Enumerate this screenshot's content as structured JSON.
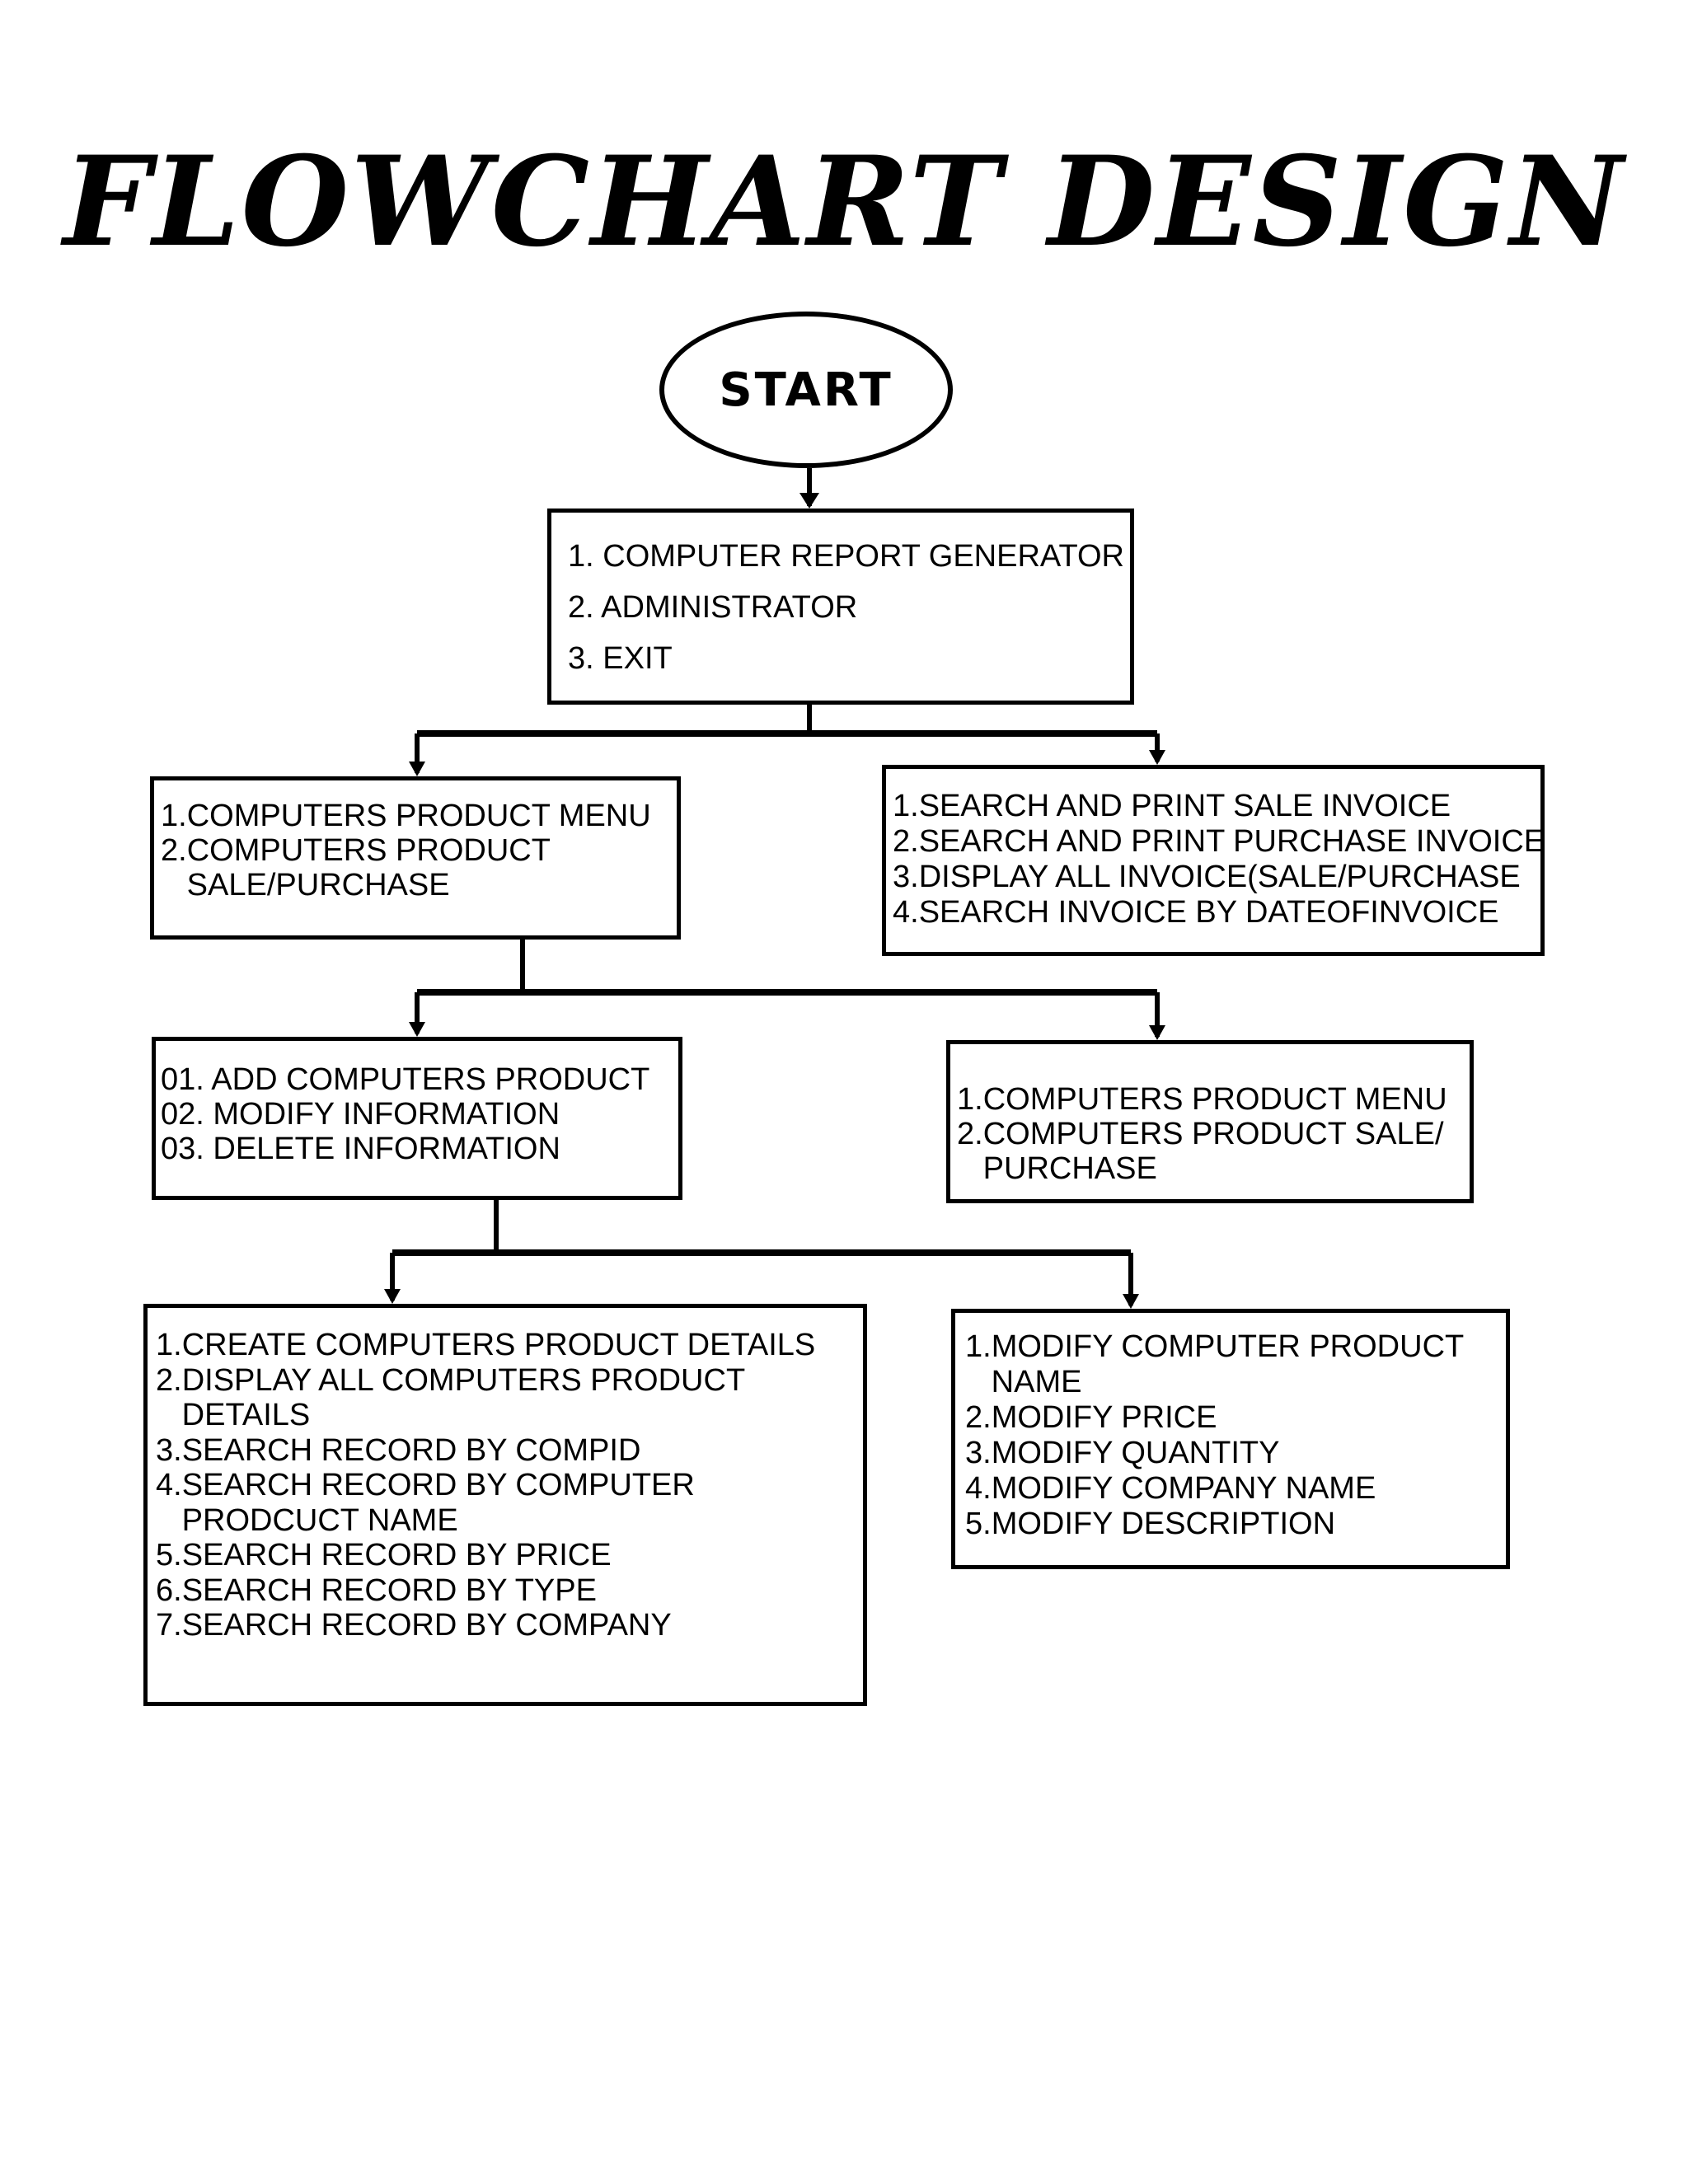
{
  "title": "FLOWCHART DESIGN",
  "start_label": "START",
  "boxes": {
    "main_menu": [
      "1. COMPUTER REPORT GENERATOR",
      "2. ADMINISTRATOR",
      "3. EXIT"
    ],
    "product_menu": [
      "1.COMPUTERS PRODUCT MENU",
      "2.COMPUTERS PRODUCT",
      "   SALE/PURCHASE"
    ],
    "invoice_menu": [
      "1.SEARCH AND PRINT SALE INVOICE",
      "2.SEARCH AND PRINT PURCHASE INVOICE",
      "3.DISPLAY ALL INVOICE(SALE/PURCHASE",
      "4.SEARCH INVOICE BY DATEOFINVOICE"
    ],
    "admin_menu": [
      "01. ADD COMPUTERS PRODUCT",
      "02. MODIFY INFORMATION",
      "03. DELETE INFORMATION"
    ],
    "product_menu_2": [
      "1.COMPUTERS PRODUCT MENU",
      "2.COMPUTERS PRODUCT SALE/",
      "   PURCHASE"
    ],
    "records_menu": [
      "1.CREATE COMPUTERS PRODUCT DETAILS",
      "2.DISPLAY ALL COMPUTERS PRODUCT",
      "   DETAILS",
      "3.SEARCH RECORD BY COMPID",
      "4.SEARCH RECORD BY COMPUTER",
      "   PRODCUCT NAME",
      "5.SEARCH RECORD BY PRICE",
      "6.SEARCH RECORD BY TYPE",
      "7.SEARCH RECORD BY COMPANY"
    ],
    "modify_menu": [
      "1.MODIFY COMPUTER PRODUCT",
      "   NAME",
      "2.MODIFY PRICE",
      "3.MODIFY QUANTITY",
      "4.MODIFY COMPANY NAME",
      "5.MODIFY DESCRIPTION"
    ]
  }
}
